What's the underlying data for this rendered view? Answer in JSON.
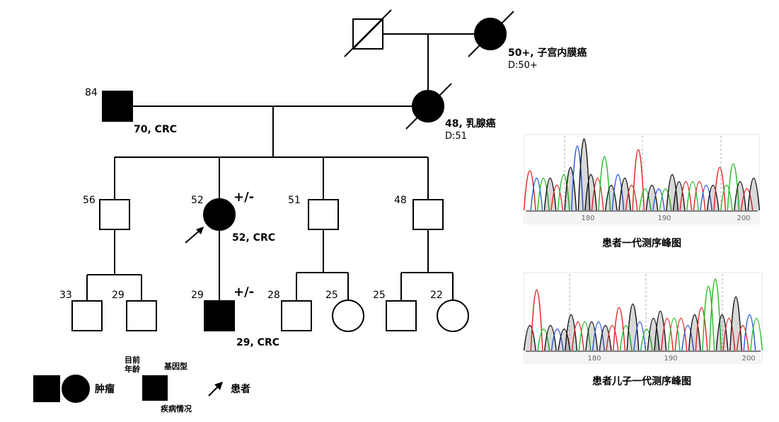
{
  "pedigree": {
    "gen1_male": {
      "age": "",
      "affected": false,
      "deceased": true
    },
    "gen1_female": {
      "age": "",
      "affected": true,
      "deceased": true,
      "info": "50+, 子宫内膜癌",
      "death": "D:50+"
    },
    "gen2_male": {
      "age": "84",
      "affected": true,
      "info": "70, CRC"
    },
    "gen2_female": {
      "age": "",
      "affected": true,
      "deceased": true,
      "info": "48, 乳腺癌",
      "death": "D:51"
    },
    "gen3": [
      {
        "age": "56",
        "sex": "male",
        "affected": false
      },
      {
        "age": "52",
        "sex": "female",
        "affected": true,
        "genotype": "+/-",
        "info": "52, CRC",
        "proband": true
      },
      {
        "age": "51",
        "sex": "male",
        "affected": false
      },
      {
        "age": "48",
        "sex": "male",
        "affected": false
      }
    ],
    "gen4": [
      {
        "age": "33",
        "sex": "male",
        "affected": false
      },
      {
        "age": "29",
        "sex": "male",
        "affected": false
      },
      {
        "age": "29",
        "sex": "male",
        "affected": true,
        "genotype": "+/-",
        "info": "29, CRC"
      },
      {
        "age": "28",
        "sex": "male",
        "affected": false
      },
      {
        "age": "25",
        "sex": "female",
        "affected": false
      },
      {
        "age": "25",
        "sex": "male",
        "affected": false
      },
      {
        "age": "22",
        "sex": "female",
        "affected": false
      }
    ]
  },
  "legend": {
    "tumor_label": "肿瘤",
    "current_age_line1": "目前",
    "current_age_line2": "年龄",
    "genotype_label": "基因型",
    "disease_label": "疾病情况",
    "patient_label": "患者"
  },
  "chromatograms": [
    {
      "caption": "患者一代测序峰图",
      "ticks": [
        "180",
        "190",
        "200"
      ]
    },
    {
      "caption": "患者儿子一代测序峰图",
      "ticks": [
        "180",
        "190",
        "200"
      ]
    }
  ],
  "colors": {
    "A": "#22bb22",
    "C": "#2255dd",
    "G": "#111111",
    "T": "#e02020",
    "symbol": "#000000"
  }
}
